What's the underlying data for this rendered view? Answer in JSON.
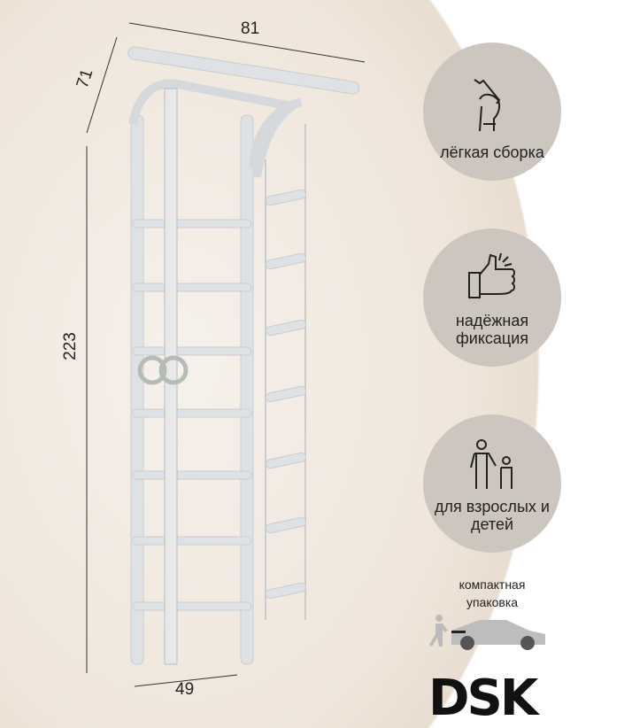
{
  "dimensions": {
    "width": "81",
    "depth": "71",
    "height": "223",
    "base": "49"
  },
  "features": [
    {
      "icon": "wrench-hand-icon",
      "label": "лёгкая сборка"
    },
    {
      "icon": "thumbs-up-icon",
      "label": "надёжная фиксация"
    },
    {
      "icon": "parent-child-icon",
      "label": "для взрослых и детей"
    }
  ],
  "packaging": {
    "label": "компактная упаковка",
    "icon": "car-loading-icon"
  },
  "brand": {
    "logo": "DSK"
  },
  "colors": {
    "feature_circle": "#ccc6bf",
    "background": "#efe5da"
  }
}
